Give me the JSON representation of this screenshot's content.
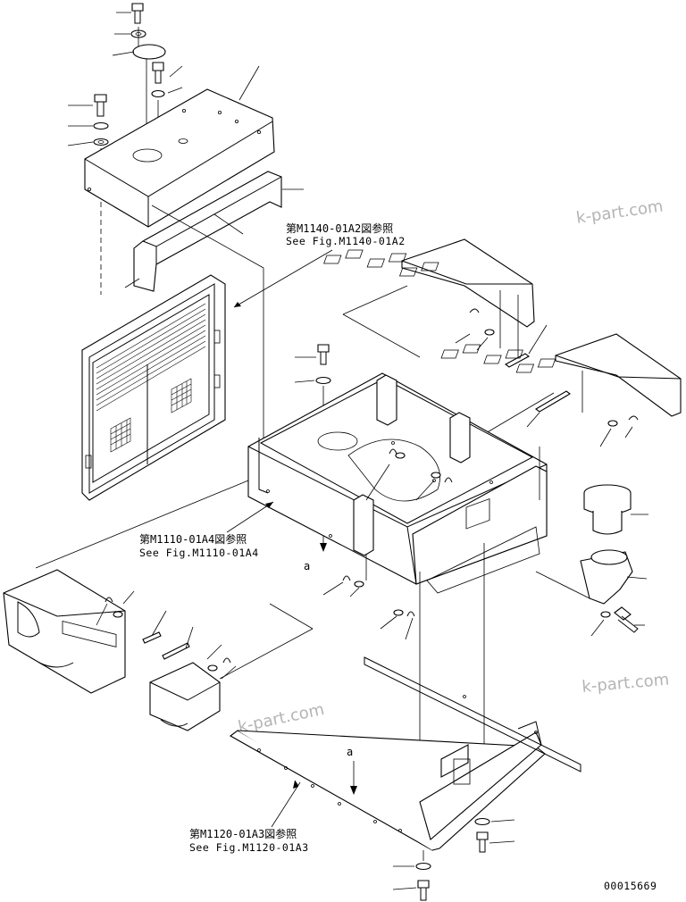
{
  "watermark": "k-part.com",
  "references": [
    {
      "jp": "第M1140-01A2図参照",
      "en": "See Fig.M1140-01A2"
    },
    {
      "jp": "第M1110-01A4図参照",
      "en": "See Fig.M1110-01A4"
    },
    {
      "jp": "第M1120-01A3図参照",
      "en": "See Fig.M1120-01A3"
    }
  ],
  "arrow_label": "a",
  "drawing_number": "00015669"
}
